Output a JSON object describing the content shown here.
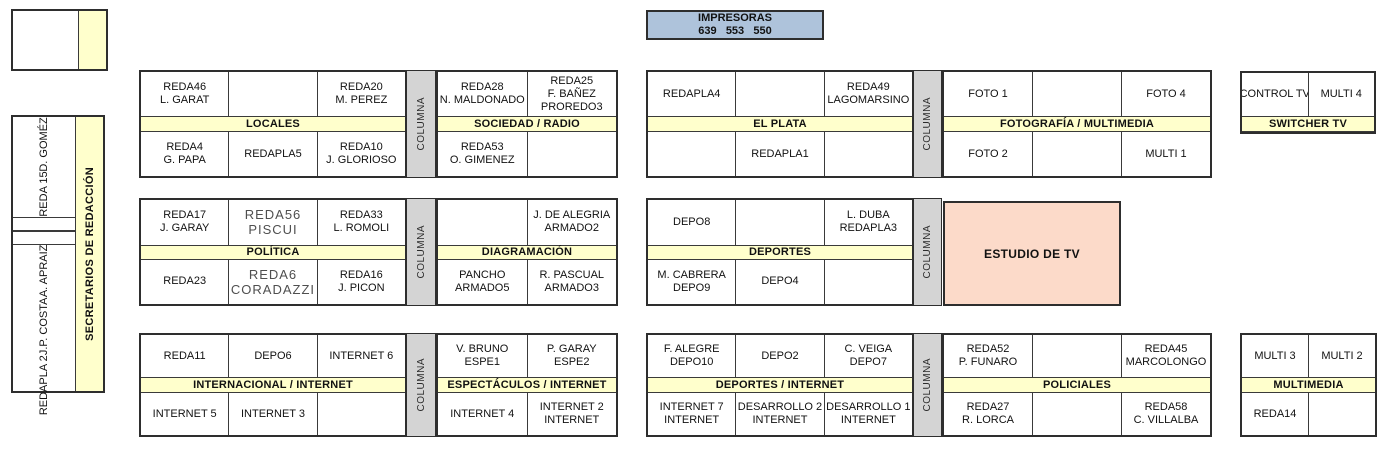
{
  "colors": {
    "band_yellow": "#FFFFCC",
    "column_gray": "#D4D4D4",
    "printer_blue": "#AEC3DB",
    "tv_studio_pink": "#FCDAC9",
    "border_dark": "#2e2e2e"
  },
  "printer_box": {
    "line1": "IMPRESORAS",
    "line2": "639   553   550"
  },
  "column_label": "COLUMNA",
  "estudio": {
    "label": "ESTUDIO DE TV"
  },
  "sidebar": {
    "strip_label": "SECRETARIOS DE REDACCIÓN",
    "cells": [
      {
        "lines": [
          "REDA 15",
          "D. GOMÉZ"
        ]
      },
      {
        "lines": []
      },
      {
        "lines": [
          "REDAPLA 2",
          "J.P. COSTA",
          "A. APRAIZ"
        ]
      }
    ]
  },
  "groups": {
    "locales": {
      "label": "LOCALES",
      "top": [
        {
          "lines": [
            "REDA46",
            "L. GARAT"
          ]
        },
        {
          "lines": []
        },
        {
          "lines": [
            "REDA20",
            "M. PEREZ"
          ]
        }
      ],
      "bottom": [
        {
          "lines": [
            "REDA4",
            "G. PAPA"
          ]
        },
        {
          "lines": [
            "REDAPLA5"
          ]
        },
        {
          "lines": [
            "REDA10",
            "J. GLORIOSO"
          ]
        }
      ]
    },
    "sociedad": {
      "label": "SOCIEDAD / RADIO",
      "top": [
        {
          "lines": [
            "REDA28",
            "N. MALDONADO"
          ]
        },
        {
          "lines": [
            "REDA25",
            "F. BAÑEZ",
            "PROREDO3"
          ]
        }
      ],
      "bottom": [
        {
          "lines": [
            "REDA53",
            "O. GIMENEZ"
          ]
        },
        {
          "lines": []
        }
      ]
    },
    "elplata": {
      "label": "EL PLATA",
      "top": [
        {
          "lines": [
            "REDAPLA4"
          ]
        },
        {
          "lines": []
        },
        {
          "lines": [
            "REDA49",
            "LAGOMARSINO"
          ]
        }
      ],
      "bottom": [
        {
          "lines": []
        },
        {
          "lines": [
            "REDAPLA1"
          ]
        },
        {
          "lines": []
        }
      ]
    },
    "fotografia": {
      "label": "FOTOGRAFÍA / MULTIMEDIA",
      "top": [
        {
          "lines": [
            "FOTO 1"
          ]
        },
        {
          "lines": []
        },
        {
          "lines": [
            "FOTO 4"
          ]
        }
      ],
      "bottom": [
        {
          "lines": [
            "FOTO 2"
          ]
        },
        {
          "lines": []
        },
        {
          "lines": [
            "MULTI 1"
          ]
        }
      ]
    },
    "switcher": {
      "label": "SWITCHER TV",
      "top": [
        {
          "lines": [
            "CONTROL TV"
          ]
        },
        {
          "lines": [
            "MULTI 4"
          ]
        }
      ],
      "bottom": []
    },
    "politica": {
      "label": "POLÍTICA",
      "top": [
        {
          "lines": [
            "REDA17",
            "J. GARAY"
          ]
        },
        {
          "lines": [
            "REDA56",
            "PISCUI"
          ],
          "alt": true
        },
        {
          "lines": [
            "REDA33",
            "L. ROMOLI"
          ]
        }
      ],
      "bottom": [
        {
          "lines": [
            "REDA23"
          ]
        },
        {
          "lines": [
            "REDA6",
            "CORADAZZI"
          ],
          "alt": true
        },
        {
          "lines": [
            "REDA16",
            "J. PICON"
          ]
        }
      ]
    },
    "diagramacion": {
      "label": "DIAGRAMACIÓN",
      "top": [
        {
          "lines": []
        },
        {
          "lines": [
            "J. DE ALEGRIA",
            "ARMADO2"
          ]
        }
      ],
      "bottom": [
        {
          "lines": [
            "PANCHO",
            "ARMADO5"
          ]
        },
        {
          "lines": [
            "R. PASCUAL",
            "ARMADO3"
          ]
        }
      ]
    },
    "deportes": {
      "label": "DEPORTES",
      "top": [
        {
          "lines": [
            "DEPO8"
          ]
        },
        {
          "lines": []
        },
        {
          "lines": [
            "L. DUBA",
            "REDAPLA3"
          ]
        }
      ],
      "bottom": [
        {
          "lines": [
            "M. CABRERA",
            "DEPO9"
          ]
        },
        {
          "lines": [
            "DEPO4"
          ]
        },
        {
          "lines": []
        }
      ]
    },
    "internacional": {
      "label": "INTERNACIONAL / INTERNET",
      "top": [
        {
          "lines": [
            "REDA11"
          ]
        },
        {
          "lines": [
            "DEPO6"
          ]
        },
        {
          "lines": [
            "INTERNET 6"
          ]
        }
      ],
      "bottom": [
        {
          "lines": [
            "INTERNET 5"
          ]
        },
        {
          "lines": [
            "INTERNET 3"
          ]
        },
        {
          "lines": []
        }
      ]
    },
    "espectaculos": {
      "label": "ESPECTÁCULOS / INTERNET",
      "top": [
        {
          "lines": [
            "V. BRUNO",
            "ESPE1"
          ]
        },
        {
          "lines": [
            "P. GARAY",
            "ESPE2"
          ]
        }
      ],
      "bottom": [
        {
          "lines": [
            "INTERNET 4"
          ]
        },
        {
          "lines": [
            "INTERNET 2",
            "INTERNET"
          ]
        }
      ]
    },
    "deportes_internet": {
      "label": "DEPORTES / INTERNET",
      "top": [
        {
          "lines": [
            "F. ALEGRE",
            "DEPO10"
          ]
        },
        {
          "lines": [
            "DEPO2"
          ]
        },
        {
          "lines": [
            "C. VEIGA",
            "DEPO7"
          ]
        }
      ],
      "bottom": [
        {
          "lines": [
            "INTERNET 7",
            "INTERNET"
          ]
        },
        {
          "lines": [
            "DESARROLLO 2",
            "INTERNET"
          ]
        },
        {
          "lines": [
            "DESARROLLO 1",
            "INTERNET"
          ]
        }
      ]
    },
    "policiales": {
      "label": "POLICIALES",
      "top": [
        {
          "lines": [
            "REDA52",
            "P. FUNARO"
          ]
        },
        {
          "lines": []
        },
        {
          "lines": [
            "REDA45",
            "MARCOLONGO"
          ]
        }
      ],
      "bottom": [
        {
          "lines": [
            "REDA27",
            "R. LORCA"
          ]
        },
        {
          "lines": []
        },
        {
          "lines": [
            "REDA58",
            "C. VILLALBA"
          ]
        }
      ]
    },
    "multimedia": {
      "label": "MULTIMEDIA",
      "top": [
        {
          "lines": [
            "MULTI 3"
          ]
        },
        {
          "lines": [
            "MULTI 2"
          ]
        }
      ],
      "bottom": [
        {
          "lines": [
            "REDA14"
          ]
        },
        {
          "lines": []
        }
      ]
    }
  }
}
